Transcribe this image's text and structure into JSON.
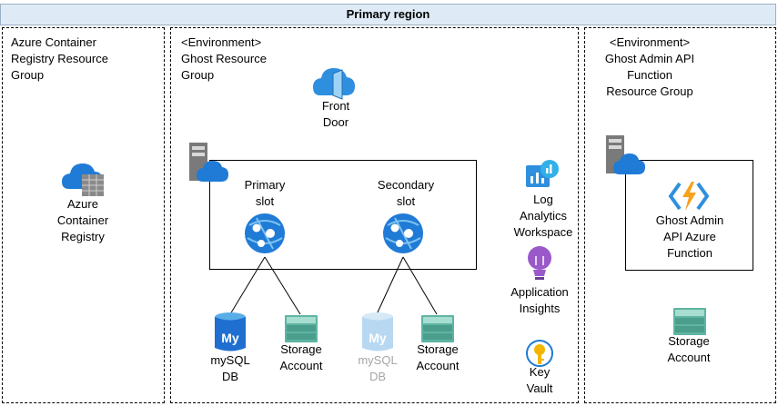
{
  "region": {
    "title": "Primary region"
  },
  "groups": {
    "acr": {
      "title": "Azure Container\nRegistry Resource\nGroup"
    },
    "ghost": {
      "title": "<Environment>\nGhost Resource\nGroup"
    },
    "function": {
      "title": "<Environment>\nGhost Admin API\nFunction\nResource Group"
    }
  },
  "nodes": {
    "acr": "Azure\nContainer\nRegistry",
    "front_door": "Front\nDoor",
    "primary_slot": "Primary\nslot",
    "secondary_slot": "Secondary\nslot",
    "log_analytics": "Log\nAnalytics\nWorkspace",
    "app_insights": "Application\nInsights",
    "key_vault": "Key\nVault",
    "mysql_primary": "mySQL\nDB",
    "storage_primary": "Storage\nAccount",
    "mysql_secondary": "mySQL\nDB",
    "storage_secondary": "Storage\nAccount",
    "ghost_function": "Ghost Admin\nAPI Azure\nFunction",
    "storage_function": "Storage\nAccount"
  },
  "icons": {
    "mysql_label": "My"
  },
  "colors": {
    "banner": "#deebf6",
    "azure_blue": "#1f7bd6",
    "storage_green": "#5fb4a2",
    "insights_purple": "#9a59c9",
    "keyvault_gold": "#f2b600",
    "function_orange": "#f7a21b"
  }
}
